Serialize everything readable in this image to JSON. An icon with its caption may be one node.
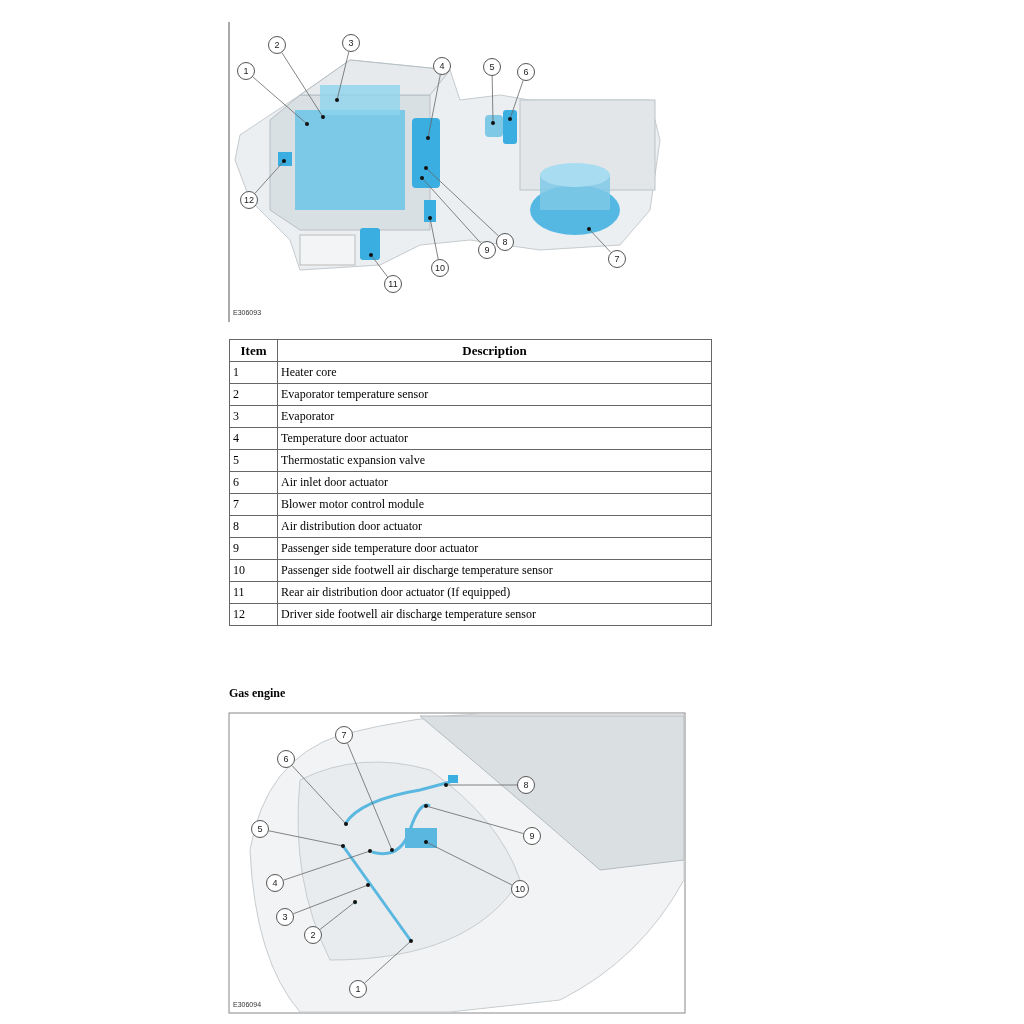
{
  "diagram": {
    "nodes": [
      {
        "text": [
          "1"
        ]
      },
      {
        "text": [
          "2"
        ]
      },
      {
        "text": [
          "3"
        ]
      },
      {
        "text": [
          "4"
        ]
      },
      {
        "text": [
          "5"
        ]
      },
      {
        "text": [
          "6"
        ]
      },
      {
        "text": [
          "7"
        ]
      },
      {
        "text": [
          "8"
        ]
      },
      {
        "text": [
          "9"
        ]
      },
      {
        "text": [
          "10"
        ]
      },
      {
        "text": [
          "11"
        ]
      },
      {
        "text": [
          "12"
        ]
      },
      {
        "text": [
          "1"
        ]
      },
      {
        "text": [
          "2"
        ]
      },
      {
        "text": [
          "3"
        ]
      },
      {
        "text": [
          "4"
        ]
      },
      {
        "text": [
          "5"
        ]
      },
      {
        "text": [
          "6"
        ]
      },
      {
        "text": [
          "7"
        ]
      },
      {
        "text": [
          "8"
        ]
      },
      {
        "text": [
          "9"
        ]
      },
      {
        "text": [
          "10"
        ]
      }
    ],
    "edges": [
      {
        "from": 0,
        "to": null,
        "arrow": "other"
      },
      {
        "from": 1,
        "to": null,
        "arrow": "other"
      },
      {
        "from": 2,
        "to": null,
        "arrow": "other"
      },
      {
        "from": 3,
        "to": null,
        "arrow": "other"
      },
      {
        "from": 4,
        "to": null,
        "arrow": "other"
      },
      {
        "from": 5,
        "to": null,
        "arrow": "other"
      },
      {
        "from": 6,
        "to": null,
        "arrow": "other"
      },
      {
        "from": 7,
        "to": null,
        "arrow": "other"
      },
      {
        "from": 8,
        "to": null,
        "arrow": "other"
      },
      {
        "from": 9,
        "to": null,
        "arrow": "other"
      },
      {
        "from": 10,
        "to": null,
        "arrow": "other"
      },
      {
        "from": 11,
        "to": null,
        "arrow": "other"
      },
      {
        "from": 12,
        "to": null,
        "arrow": "other"
      },
      {
        "from": 13,
        "to": null,
        "arrow": "other"
      },
      {
        "from": 14,
        "to": null,
        "arrow": "other"
      },
      {
        "from": 15,
        "to": null,
        "arrow": "other"
      },
      {
        "from": 16,
        "to": null,
        "arrow": "other"
      },
      {
        "from": 17,
        "to": null,
        "arrow": "other"
      },
      {
        "from": 18,
        "to": null,
        "arrow": "other"
      },
      {
        "from": 19,
        "to": null,
        "arrow": "other"
      },
      {
        "from": 20,
        "to": null,
        "arrow": "other"
      },
      {
        "from": 21,
        "to": null,
        "arrow": "other"
      }
    ],
    "labels": [
      "E306093",
      "Item",
      "Description",
      "1",
      "Heater core",
      "2",
      "Evaporator temperature sensor",
      "3",
      "Evaporator",
      "4",
      "Temperature door actuator",
      "5",
      "Thermostatic expansion valve",
      "6",
      "Air inlet door actuator",
      "7",
      "Blower motor control module",
      "8",
      "Air distribution door actuator",
      "9",
      "Passenger side temperature door actuator",
      "10",
      "Passenger side footwell air discharge temperature sensor",
      "11",
      "Rear air distribution door actuator (If equipped)",
      "12",
      "Driver side footwell air discharge temperature sensor",
      "Gas engine",
      "E306094"
    ]
  }
}
